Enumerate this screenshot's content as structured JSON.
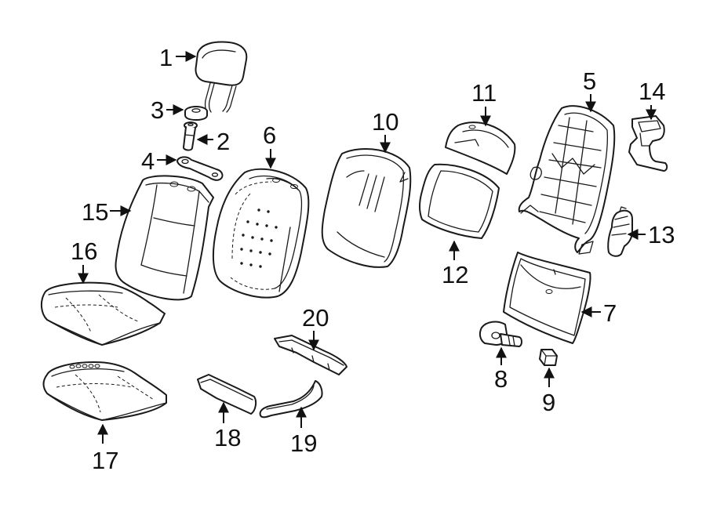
{
  "diagram": {
    "colors": {
      "line": "#1a1a1a",
      "background": "#ffffff"
    },
    "callouts": [
      {
        "id": "c1",
        "text": "1"
      },
      {
        "id": "c2",
        "text": "2"
      },
      {
        "id": "c3",
        "text": "3"
      },
      {
        "id": "c4",
        "text": "4"
      },
      {
        "id": "c5",
        "text": "5"
      },
      {
        "id": "c6",
        "text": "6"
      },
      {
        "id": "c7",
        "text": "7"
      },
      {
        "id": "c8",
        "text": "8"
      },
      {
        "id": "c9",
        "text": "9"
      },
      {
        "id": "c10",
        "text": "10"
      },
      {
        "id": "c11",
        "text": "11"
      },
      {
        "id": "c12",
        "text": "12"
      },
      {
        "id": "c13",
        "text": "13"
      },
      {
        "id": "c14",
        "text": "14"
      },
      {
        "id": "c15",
        "text": "15"
      },
      {
        "id": "c16",
        "text": "16"
      },
      {
        "id": "c17",
        "text": "17"
      },
      {
        "id": "c18",
        "text": "18"
      },
      {
        "id": "c19",
        "text": "19"
      },
      {
        "id": "c20",
        "text": "20"
      }
    ]
  }
}
